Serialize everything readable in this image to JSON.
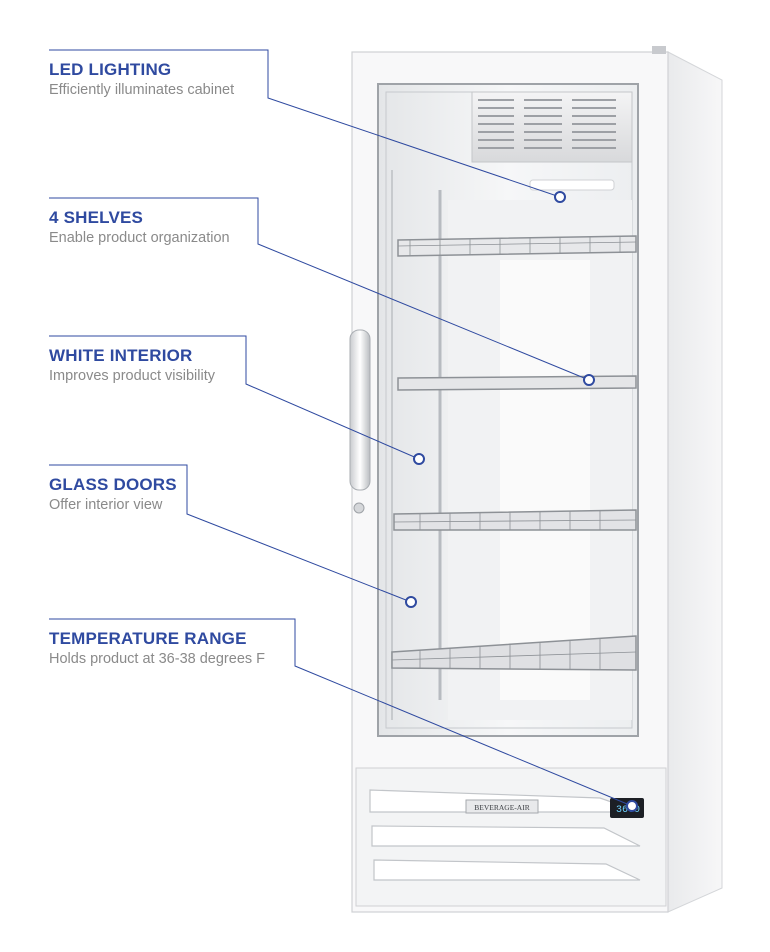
{
  "features": [
    {
      "title": "LED LIGHTING",
      "desc": "Efficiently illuminates cabinet"
    },
    {
      "title": "4 SHELVES",
      "desc": "Enable product organization"
    },
    {
      "title": "WHITE INTERIOR",
      "desc": "Improves product visibility"
    },
    {
      "title": "GLASS DOORS",
      "desc": "Offer interior view"
    },
    {
      "title": "TEMPERATURE RANGE",
      "desc": "Holds product at 36-38 degrees F"
    }
  ],
  "product": {
    "brand_plate": "BEVERAGE-AIR",
    "display_reading": "36.0"
  },
  "colors": {
    "accent": "#2f4aa0",
    "callout_line": "#2f4aa0",
    "desc_text": "#8a8a8a"
  }
}
